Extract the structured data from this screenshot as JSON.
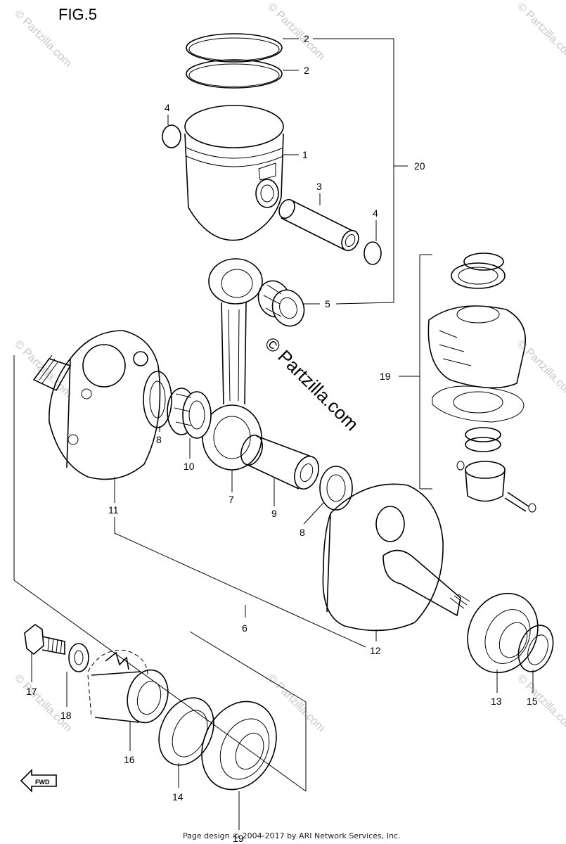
{
  "figure_title": "FIG.5",
  "watermark": "© Partzilla.com",
  "watermark_small": "© Partzilla.com",
  "footer": "Page design © 2004-2017 by ARI Network Services, Inc.",
  "fwd_label": "FWD",
  "callouts": {
    "c1": "1",
    "c2a": "2",
    "c2b": "2",
    "c3": "3",
    "c4a": "4",
    "c4b": "4",
    "c5": "5",
    "c6": "6",
    "c7": "7",
    "c8a": "8",
    "c8b": "8",
    "c9": "9",
    "c10": "10",
    "c11": "11",
    "c12": "12",
    "c13": "13",
    "c14": "14",
    "c15": "15",
    "c16": "16",
    "c17": "17",
    "c18": "18",
    "c19bottom": "19",
    "c19": "19",
    "c20": "20"
  }
}
